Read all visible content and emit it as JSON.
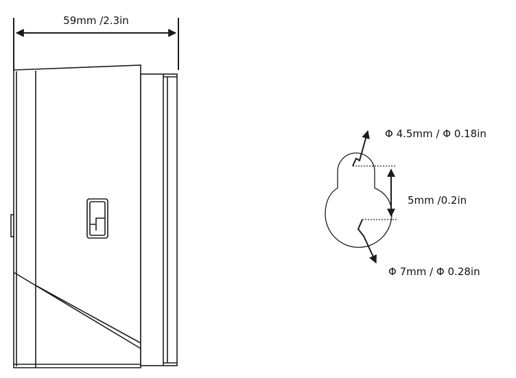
{
  "labels": {
    "width_dimension": "59mm /2.3in",
    "small_hole_diameter": "Φ 4.5mm / Φ 0.18in",
    "slot_length": "5mm /0.2in",
    "large_hole_diameter": "Φ 7mm / Φ 0.28in"
  },
  "colors": {
    "line": "#1a1a1a",
    "background": "#ffffff"
  }
}
